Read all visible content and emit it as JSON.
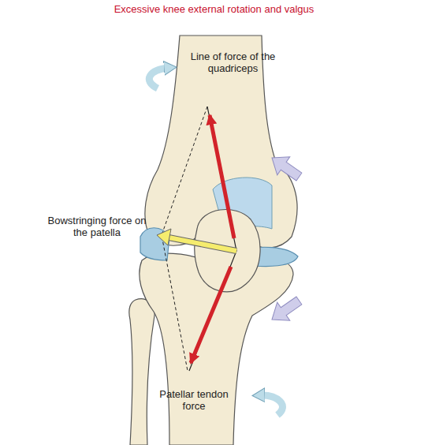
{
  "diagram": {
    "title": "Excessive knee external rotation and valgus",
    "labels": [
      "Line of force of the quadriceps",
      "Bowstringing force on the patella",
      "Patellar tendon force"
    ]
  }
}
